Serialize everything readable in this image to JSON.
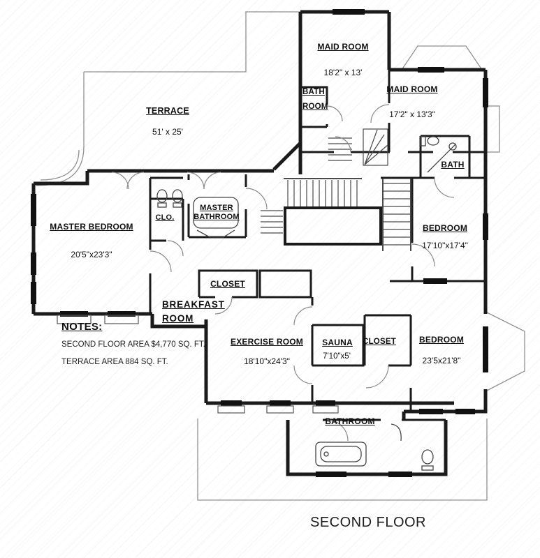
{
  "caption": "SECOND FLOOR",
  "colors": {
    "ink": "#1b1b1b",
    "thin": "#8a8a8a",
    "paper": "#ffffff"
  },
  "rooms": {
    "maid1": {
      "name": "MAID ROOM",
      "dims": "18'2\" x 13'"
    },
    "bathroom_top": {
      "name": "BATH ROOM"
    },
    "maid2": {
      "name": "MAID ROOM",
      "dims": "17'2\" x 13'3\""
    },
    "terrace": {
      "name": "TERRACE",
      "dims": "51' x 25'"
    },
    "bath_ne": {
      "name": "BATH"
    },
    "master_bedroom": {
      "name": "MASTER BEDROOM",
      "dims": "20'5\"x23'3\""
    },
    "clo": {
      "name": "CLO."
    },
    "master_bathroom": {
      "name": "MASTER BATHROOM"
    },
    "bedroom_ne": {
      "name": "BEDROOM",
      "dims": "17'10\"x17'4\""
    },
    "closet_upper": {
      "name": "CLOSET"
    },
    "breakfast": {
      "name": "BREAKFAST ROOM"
    },
    "exercise": {
      "name": "EXERCISE ROOM",
      "dims": "18'10\"x24'3\""
    },
    "sauna": {
      "name": "SAUNA",
      "dims": "7'10\"x5'"
    },
    "closet_lower": {
      "name": "CLOSET"
    },
    "bedroom_se": {
      "name": "BEDROOM",
      "dims": "23'5x21'8\""
    },
    "bathroom_bottom": {
      "name": "BATHROOM"
    }
  },
  "notes": {
    "heading": "NOTES:",
    "line1": "SECOND FLOOR AREA $4,770 SQ. FT.",
    "line2": "TERRACE AREA 884 SQ. FT."
  }
}
